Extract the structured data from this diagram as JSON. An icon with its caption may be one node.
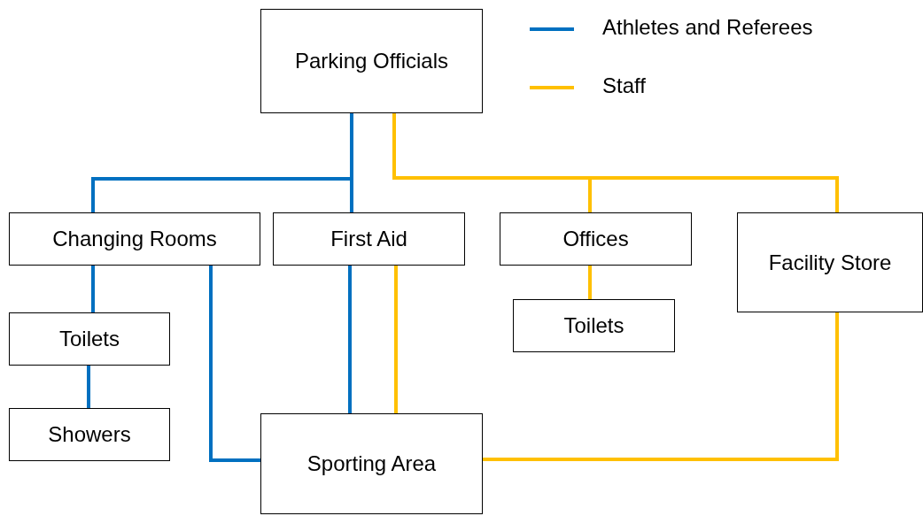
{
  "diagram": {
    "nodes": [
      {
        "text": [
          "Parking Officials"
        ]
      },
      {
        "text": [
          "Changing Rooms"
        ]
      },
      {
        "text": [
          "First Aid"
        ]
      },
      {
        "text": [
          "Offices"
        ]
      },
      {
        "text": [
          "Facility Store"
        ]
      },
      {
        "text": [
          "Toilets"
        ]
      },
      {
        "text": [
          "Showers"
        ]
      },
      {
        "text": [
          "Toilets"
        ]
      },
      {
        "text": [
          "Sporting Area"
        ]
      }
    ],
    "edges": [
      {
        "from": 0,
        "to": 1,
        "arrow": "none"
      },
      {
        "from": 0,
        "to": 2,
        "arrow": "none"
      },
      {
        "from": 1,
        "to": 5,
        "arrow": "none"
      },
      {
        "from": 5,
        "to": 6,
        "arrow": "none"
      },
      {
        "from": 1,
        "to": 8,
        "arrow": "none"
      },
      {
        "from": 2,
        "to": 8,
        "arrow": "none"
      },
      {
        "from": 0,
        "to": 3,
        "arrow": "none",
        "color": "#ffc000"
      },
      {
        "from": 0,
        "to": 4,
        "arrow": "none",
        "color": "#ffc000"
      },
      {
        "from": 3,
        "to": 7,
        "arrow": "none",
        "color": "#ffc000"
      },
      {
        "from": 2,
        "to": 8,
        "arrow": "none",
        "color": "#ffc000"
      },
      {
        "from": 4,
        "to": 8,
        "arrow": "none",
        "color": "#ffc000"
      }
    ],
    "legend": [
      {
        "text": "Athletes and Referees",
        "color": "#0070c0"
      },
      {
        "text": "Staff",
        "color": "#ffc000"
      }
    ]
  }
}
